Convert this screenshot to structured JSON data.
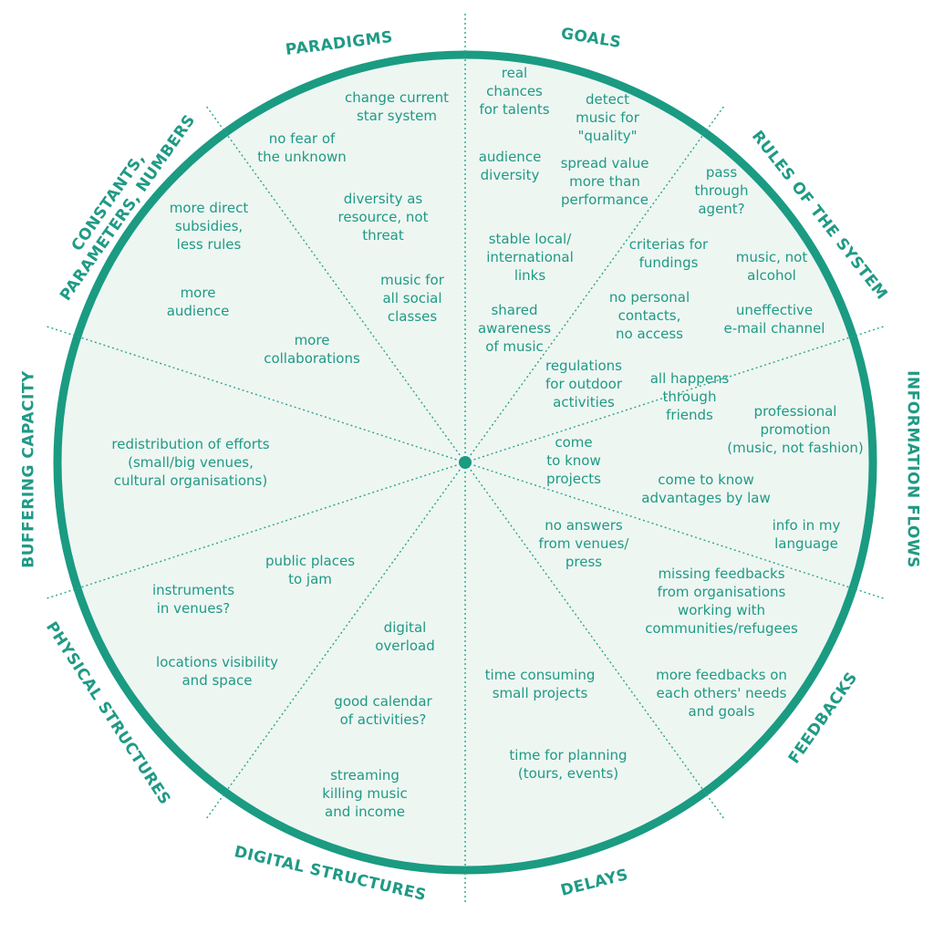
{
  "colors": {
    "ring": "#1a9b82",
    "fill": "#eef6f2",
    "text": "#1f9a85",
    "divider": "#2aa58c"
  },
  "categories": [
    {
      "id": "goals",
      "lines": [
        "GOALS"
      ]
    },
    {
      "id": "rules",
      "lines": [
        "RULES OF THE SYSTEM"
      ]
    },
    {
      "id": "info",
      "lines": [
        "INFORMATION FLOWS"
      ]
    },
    {
      "id": "feedbacks",
      "lines": [
        "FEEDBACKS"
      ]
    },
    {
      "id": "delays",
      "lines": [
        "DELAYS"
      ]
    },
    {
      "id": "digital",
      "lines": [
        "DIGITAL STRUCTURES"
      ]
    },
    {
      "id": "physical",
      "lines": [
        "PHYSICAL STRUCTURES"
      ]
    },
    {
      "id": "buffering",
      "lines": [
        "BUFFERING CAPACITY"
      ]
    },
    {
      "id": "constants",
      "lines": [
        "CONSTANTS,",
        "PARAMETERS, NUMBERS"
      ]
    },
    {
      "id": "paradigms",
      "lines": [
        "PARADIGMS"
      ]
    }
  ],
  "notes": {
    "paradigms": [
      [
        "change current",
        "star system"
      ],
      [
        "no fear of",
        "the unknown"
      ],
      [
        "diversity as",
        "resource, not",
        "threat"
      ],
      [
        "music for",
        "all social",
        "classes"
      ]
    ],
    "goals": [
      [
        "real",
        "chances",
        "for talents"
      ],
      [
        "detect",
        "music for",
        "\"quality\""
      ],
      [
        "audience",
        "diversity"
      ],
      [
        "spread value",
        "more than",
        "performance"
      ],
      [
        "stable local/",
        "international",
        "links"
      ],
      [
        "shared",
        "awareness",
        "of music"
      ]
    ],
    "rules": [
      [
        "pass",
        "through",
        "agent?"
      ],
      [
        "criterias for",
        "fundings"
      ],
      [
        "music, not",
        "alcohol"
      ],
      [
        "no personal",
        "contacts,",
        "no access"
      ],
      [
        "uneffective",
        "e-mail channel"
      ],
      [
        "regulations",
        "for outdoor",
        "activities"
      ]
    ],
    "info": [
      [
        "all happens",
        "through",
        "friends"
      ],
      [
        "professional",
        "promotion",
        "(music, not fashion)"
      ],
      [
        "come",
        "to know",
        "projects"
      ],
      [
        "come to know",
        "advantages by law"
      ],
      [
        "info in my",
        "language"
      ]
    ],
    "feedbacks": [
      [
        "no answers",
        "from venues/",
        "press"
      ],
      [
        "missing feedbacks",
        "from organisations",
        "working with",
        "communities/refugees"
      ],
      [
        "more feedbacks on",
        "each others' needs",
        "and goals"
      ]
    ],
    "delays": [
      [
        "time consuming",
        "small projects"
      ],
      [
        "time for planning",
        "(tours, events)"
      ]
    ],
    "digital": [
      [
        "digital",
        "overload"
      ],
      [
        "good calendar",
        "of activities?"
      ],
      [
        "streaming",
        "killing music",
        "and income"
      ]
    ],
    "physical": [
      [
        "public places",
        "to jam"
      ],
      [
        "instruments",
        "in venues?"
      ],
      [
        "locations visibility",
        "and space"
      ]
    ],
    "buffering": [
      [
        "redistribution of efforts",
        "(small/big venues,",
        "cultural organisations)"
      ]
    ],
    "constants": [
      [
        "more direct",
        "subsidies,",
        "less rules"
      ],
      [
        "more",
        "audience"
      ],
      [
        "more",
        "collaborations"
      ]
    ]
  }
}
